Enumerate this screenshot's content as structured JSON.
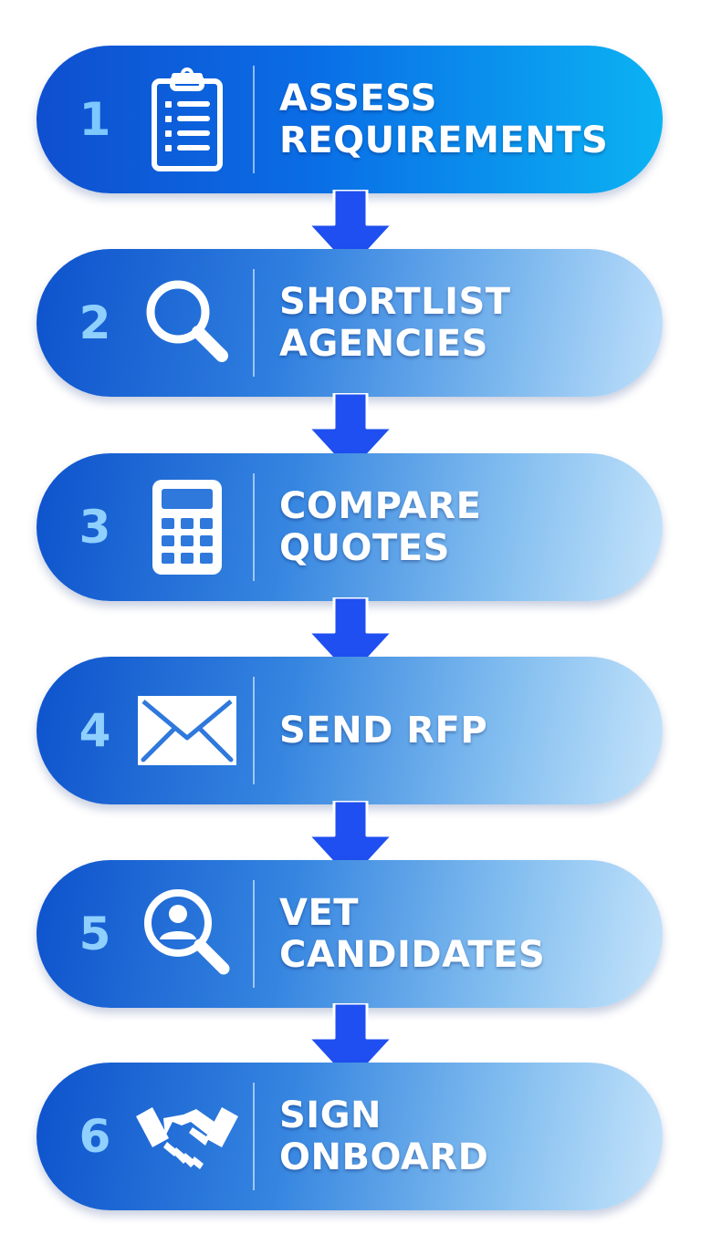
{
  "steps": [
    {
      "number": "1",
      "icon": "clipboard-checklist-icon",
      "lines": [
        "ASSESS",
        "REQUIREMENTS"
      ]
    },
    {
      "number": "2",
      "icon": "magnifying-glass-icon",
      "lines": [
        "SHORTLIST",
        "AGENCIES"
      ]
    },
    {
      "number": "3",
      "icon": "calculator-icon",
      "lines": [
        "COMPARE",
        "QUOTES"
      ]
    },
    {
      "number": "4",
      "icon": "envelope-icon",
      "lines": [
        "SEND RFP"
      ]
    },
    {
      "number": "5",
      "icon": "person-search-icon",
      "lines": [
        "VET",
        "CANDIDATES"
      ]
    },
    {
      "number": "6",
      "icon": "handshake-icon",
      "lines": [
        "SIGN",
        "ONBOARD"
      ]
    }
  ],
  "colors": {
    "arrow": "#1f4ff0",
    "number": "#8fd0ff",
    "text": "#ffffff"
  }
}
